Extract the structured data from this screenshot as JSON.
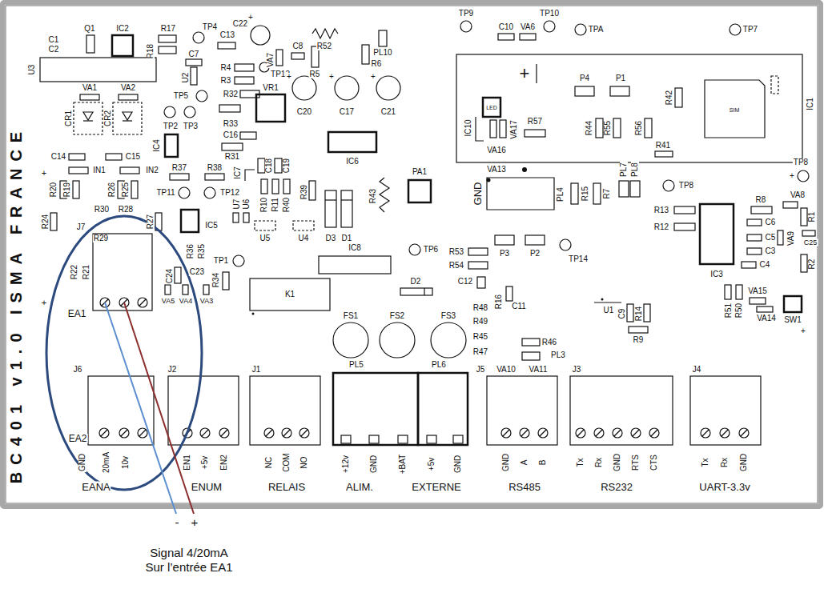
{
  "diagram": {
    "caption": "Signal 4/20mA Sur l’entrée EA1",
    "labels": [
      "C1",
      "C2",
      "Q1",
      "IC2",
      "R17",
      "R18",
      "TP4",
      "C13",
      "C22",
      "C7",
      "R52",
      "PL10",
      "TP9",
      "C10",
      "VA6",
      "TP10",
      "TPA",
      "TP7",
      "U3",
      "R4",
      "R3",
      "R32",
      "VA7",
      "C8",
      "TP13",
      "R5",
      "R6",
      "VR1",
      "U2",
      "TP5",
      "C20",
      "C17",
      "C21",
      "+",
      "+",
      "+",
      "+",
      "VA1",
      "VA2",
      "TP2",
      "TP3",
      "IC4",
      "R33",
      "C16",
      "R31",
      "CR1",
      "CR2",
      "C14",
      "C15",
      "IN1",
      "IN2",
      "BC401 v1.0 ISMA FRANCE",
      "+",
      "+",
      "R37",
      "R38",
      "IC7",
      "C18",
      "C19",
      "IC6",
      "R20",
      "R19",
      "R26",
      "R25",
      "TP11",
      "TP12",
      "U7",
      "U6",
      "R10",
      "R11",
      "R40",
      "R39",
      "R24",
      "R30",
      "R28",
      "R27",
      "J7",
      "R29",
      "R43",
      "D3",
      "D1",
      "IC5",
      "U5",
      "U4",
      "TP1",
      "R36",
      "R35",
      "R34",
      "IC8",
      "K1",
      "PA1",
      "R53",
      "R54",
      "TP6",
      "P3",
      "P2",
      "TP14",
      "D2",
      "C12",
      "R48",
      "R49",
      "R16",
      "C11",
      "R45",
      "R46",
      "R47",
      "PL3",
      "VA10",
      "VA11",
      "U1",
      "C9",
      "R14",
      "R9",
      "FS1",
      "FS2",
      "FS3",
      "GND",
      "PL4",
      "VA13",
      "R15",
      "R7",
      "PL7",
      "PL8",
      "TP8",
      "TP8",
      "+",
      "R8",
      "VA8",
      "R1",
      "R13",
      "R12",
      "C6",
      "C5",
      "C3",
      "C4",
      "C25",
      "VA9",
      "R2",
      "IC3",
      "R51",
      "R50",
      "VA15",
      "VA14",
      "SW1",
      "+",
      "IC10",
      "LED",
      "VA16",
      "VA17",
      "R57",
      "P4",
      "P1",
      "R44",
      "R55",
      "R56",
      "R42",
      "R41",
      "SIM",
      "IC1",
      "+",
      "R22",
      "R21",
      "EA1",
      "EA2",
      "VA5",
      "VA4",
      "VA3",
      "C24",
      "C23",
      "J6",
      "J2",
      "J1",
      "PL5",
      "PL6",
      "J5",
      "J3",
      "J4",
      "GND",
      "20mA",
      "10v",
      "EN1",
      "+5v",
      "EN2",
      "NC",
      "COM",
      "NO",
      "+12v",
      "GND",
      "+BAT",
      "+5v",
      "GND",
      "GND",
      "A",
      "B",
      "Tx",
      "Rx",
      "GND",
      "RTS",
      "CTS",
      "Tx",
      "Rx",
      "GND",
      "EANA",
      "ENUM",
      "RELAIS",
      "ALIM.",
      "EXTERNE",
      "RS485",
      "RS232",
      "UART-3.3v",
      "-",
      "+"
    ]
  }
}
